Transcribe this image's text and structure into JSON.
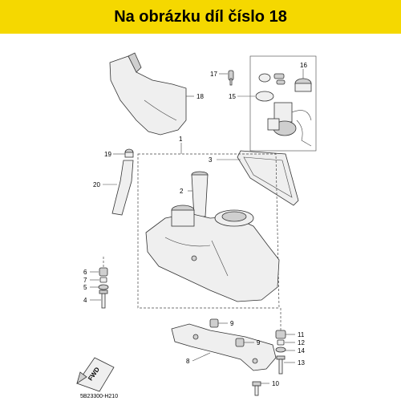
{
  "banner": {
    "text": "Na obrázku díl číslo 18",
    "color": "#f5d800"
  },
  "callouts": {
    "c1": "1",
    "c2": "2",
    "c3": "3",
    "c4": "4",
    "c5": "5",
    "c6": "6",
    "c7": "7",
    "c8": "8",
    "c9a": "9",
    "c9b": "9",
    "c10": "10",
    "c11": "11",
    "c12": "12",
    "c13": "13",
    "c14": "14",
    "c15": "15",
    "c16": "16",
    "c17": "17",
    "c18": "18",
    "c19": "19",
    "c20": "20"
  },
  "fwd_label": "FWD",
  "diagram_code": "5B23300-H210"
}
